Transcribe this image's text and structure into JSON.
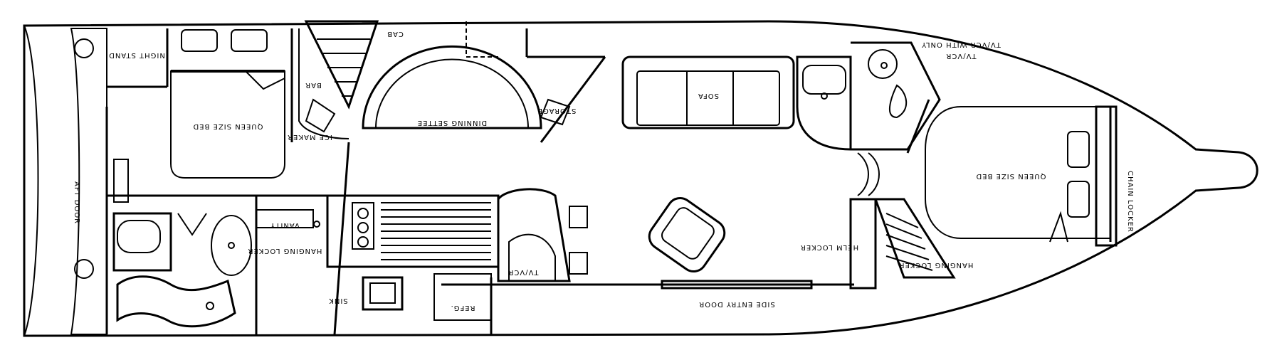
{
  "labels": {
    "aft_door": "AFT DOOR",
    "queen_bed_aft": "QUEEN SIZE BED",
    "night_stand_aft": "NIGHT STAND",
    "dining_settee": "DINNING SETTEE",
    "sofa": "SOFA",
    "queen_bed_fwd": "QUEEN SIZE BED",
    "chain_locker": "CHAIN LOCKER",
    "hanging_locker_aft": "HANGING LOCKER",
    "vanity": "VANITY",
    "refg": "REFG.",
    "side_entry_door": "SIDE ENTRY DOOR",
    "helm_locker": "HELM LOCKER",
    "hanging_locker_fwd": "HANGING LOCKER",
    "tv_vcr_upper": "TV/VCR WITH ONLY",
    "tv_vcr_lower": "TV/VCR",
    "cab": "CAB",
    "bar": "BAR",
    "storage": "STORAGE",
    "ice_maker": "ICE MAKER",
    "tv_vcr_small": "TV/VCR",
    "sink": "SINK"
  },
  "colors": {
    "line": "#000000",
    "background": "#ffffff"
  }
}
